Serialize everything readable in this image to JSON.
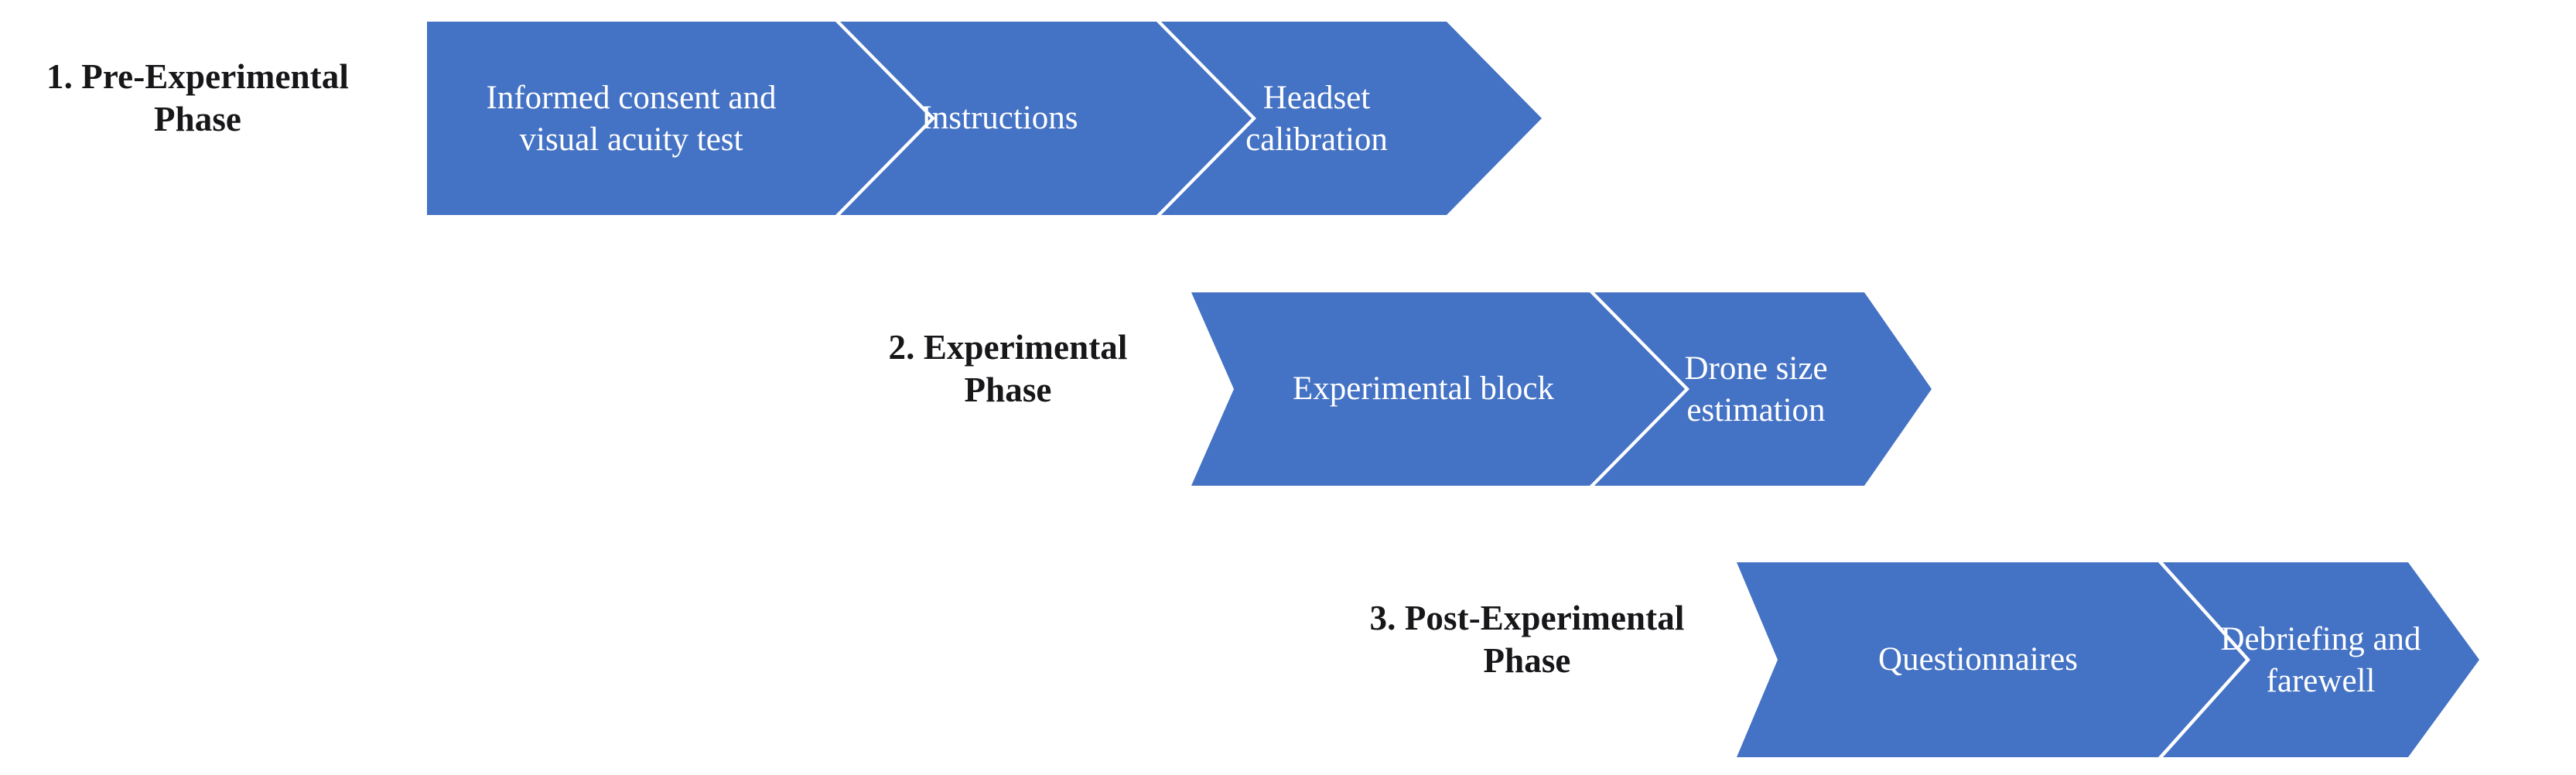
{
  "diagram": {
    "title": "Experimental procedure phases",
    "colors": {
      "chevron_fill": "#4472C4",
      "chevron_text": "#FFFFFF",
      "label_text": "#17171A",
      "background": "#FFFFFF",
      "separator": "#FFFFFF"
    },
    "phases": [
      {
        "label": "1. Pre-Experimental\nPhase",
        "steps": [
          {
            "line1": "Informed consent and",
            "line2": "visual acuity test"
          },
          {
            "line1": "Instructions",
            "line2": ""
          },
          {
            "line1": "Headset",
            "line2": "calibration"
          }
        ]
      },
      {
        "label": "2. Experimental\nPhase",
        "steps": [
          {
            "line1": "Experimental block",
            "line2": ""
          },
          {
            "line1": "Drone size",
            "line2": "estimation"
          }
        ]
      },
      {
        "label": "3. Post-Experimental\nPhase",
        "steps": [
          {
            "line1": "Questionnaires",
            "line2": ""
          },
          {
            "line1": "Debriefing and",
            "line2": "farewell"
          }
        ]
      }
    ]
  }
}
